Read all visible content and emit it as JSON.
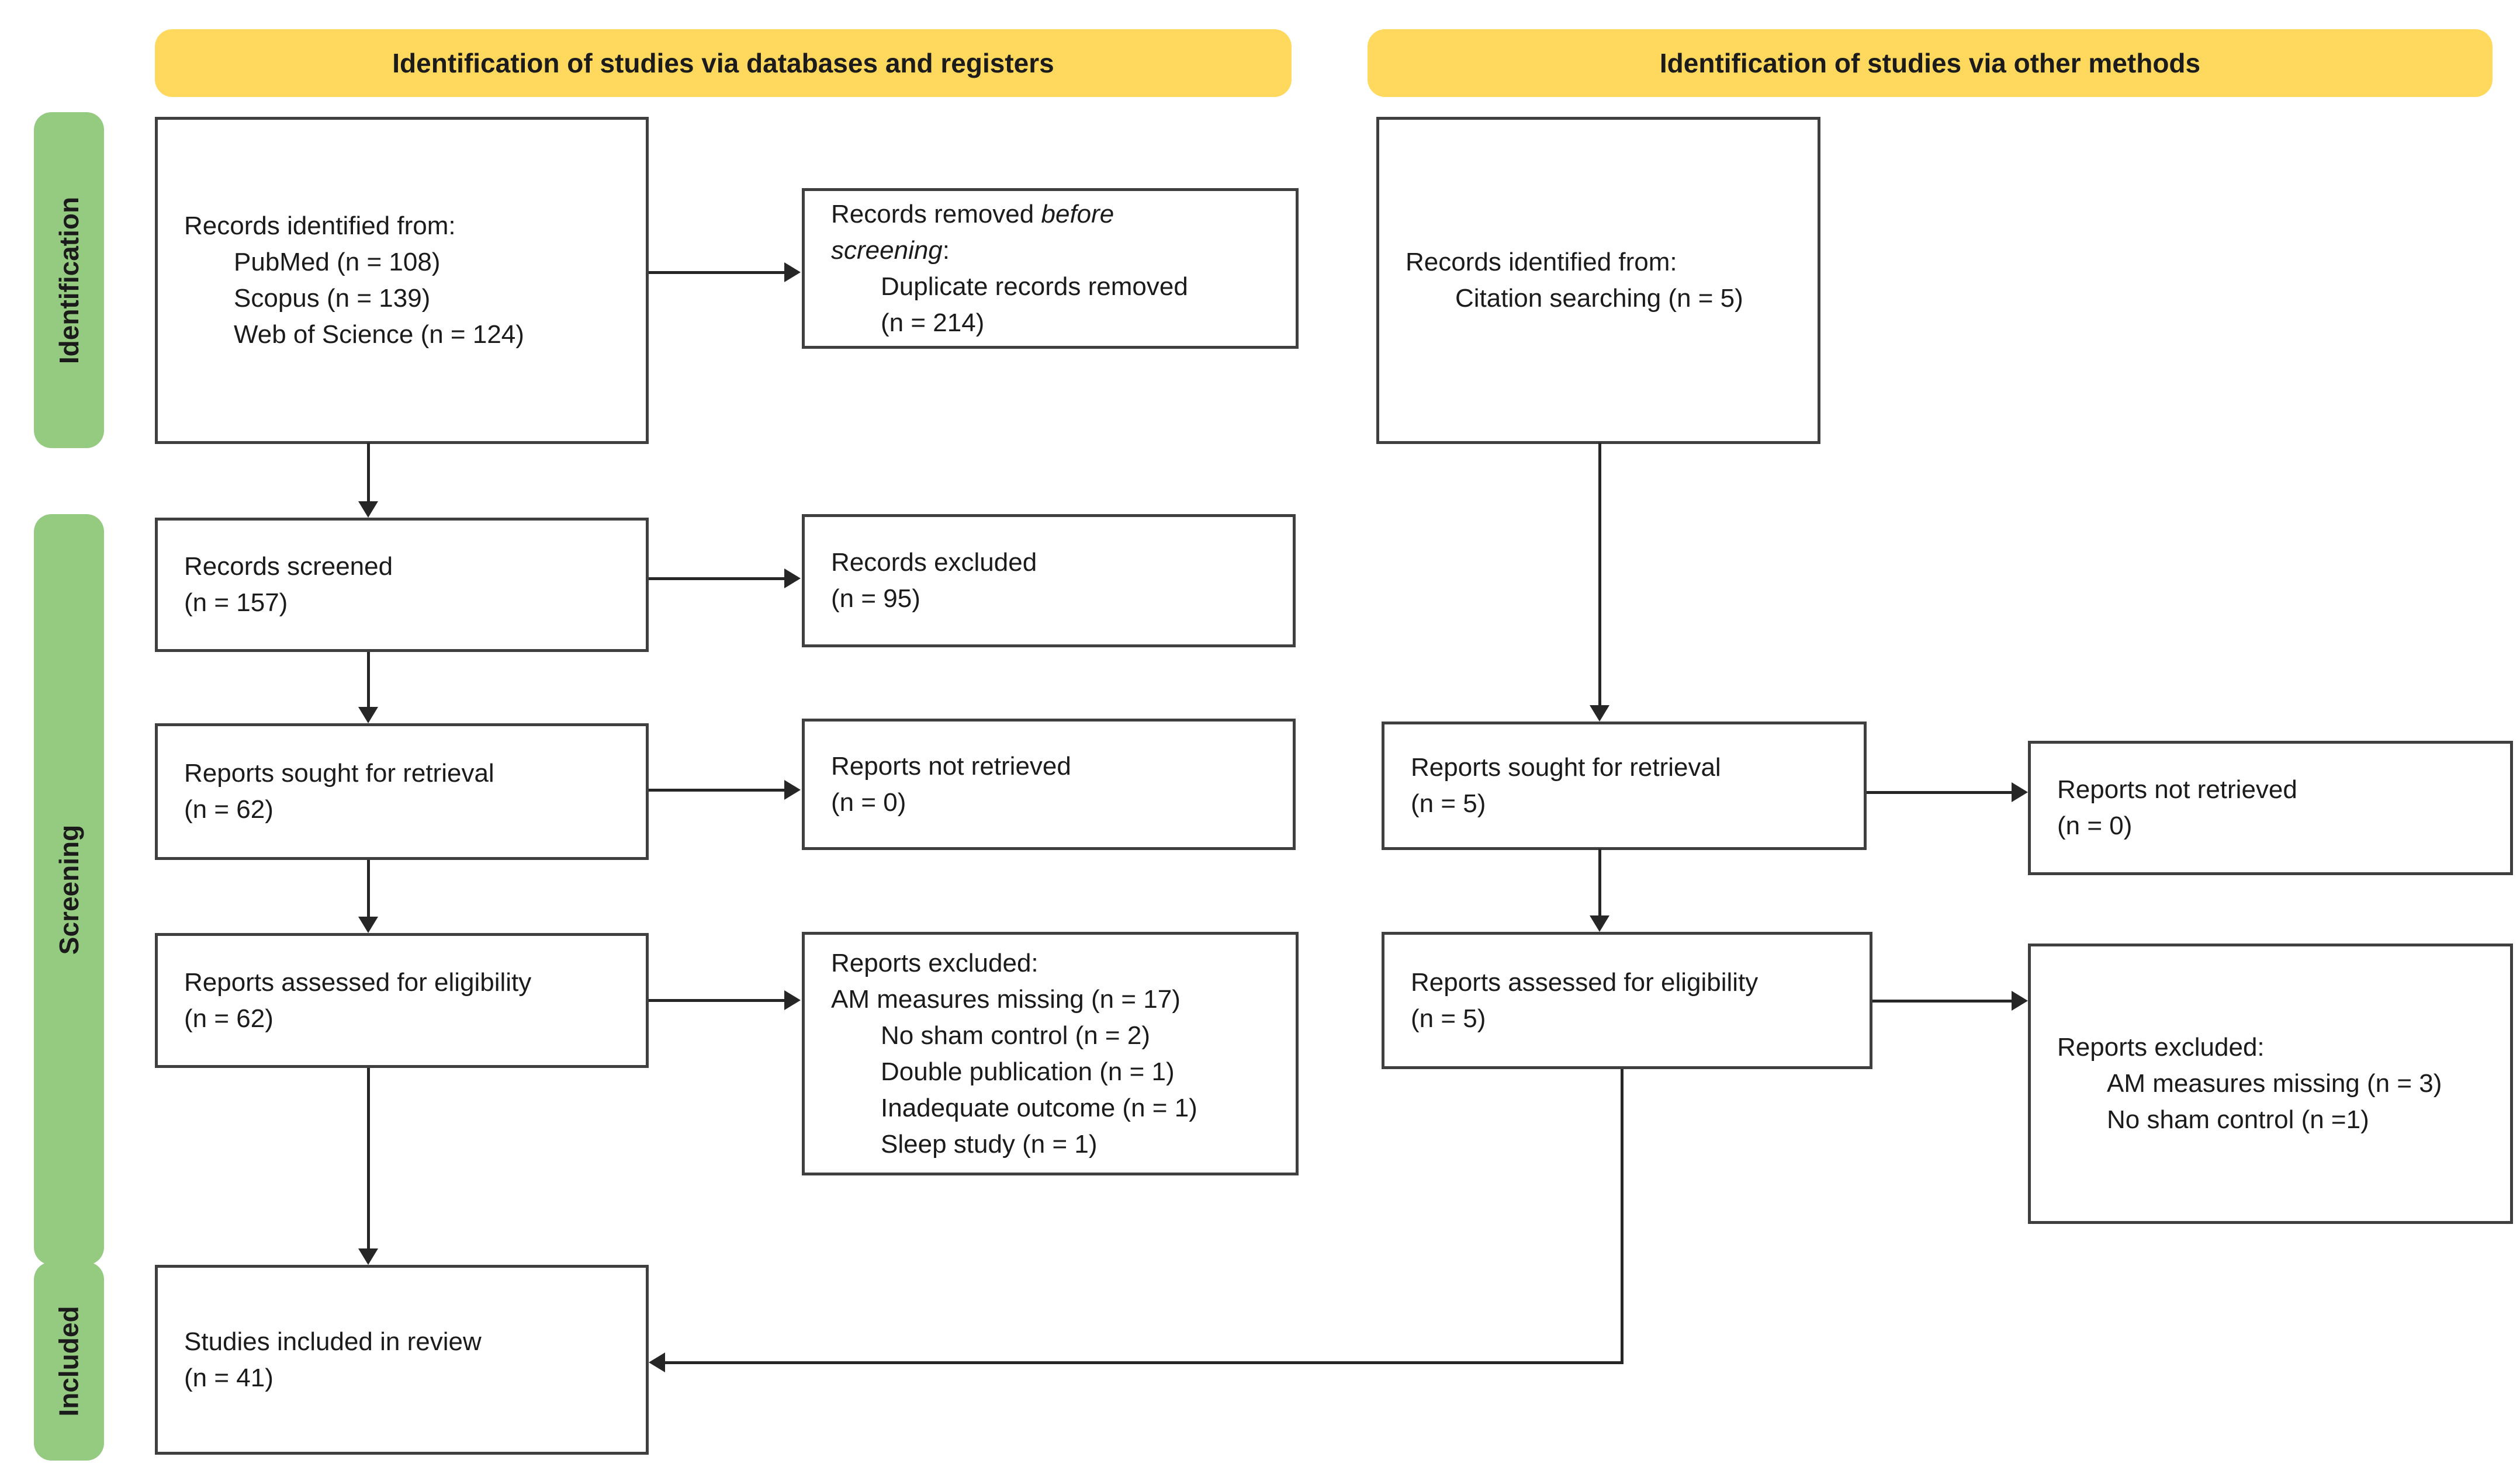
{
  "colors": {
    "banner_bg": "#FFD85E",
    "side_label_bg": "#95CB80",
    "box_border": "#3f3f3f",
    "arrow": "#262626"
  },
  "banners": {
    "left": "Identification of studies via databases and registers",
    "right": "Identification of studies via other methods"
  },
  "side_labels": {
    "identification": "Identification",
    "screening": "Screening",
    "included": "Included"
  },
  "boxes": {
    "db_identified": {
      "lines": [
        "Records identified from:",
        "PubMed (n = 108)",
        "Scopus (n = 139)",
        "Web of Science (n = 124)"
      ]
    },
    "records_removed": {
      "l1_normal": "Records removed",
      "l1_italic": "before",
      "l2_italic": "screening",
      "l2_normal": ":",
      "l3": "Duplicate records removed",
      "l4": "(n = 214)"
    },
    "other_identified": {
      "lines": [
        "Records identified from:",
        "Citation searching (n = 5)"
      ]
    },
    "records_screened": {
      "lines": [
        "Records screened",
        "(n = 157)"
      ]
    },
    "records_excluded": {
      "lines": [
        "Records excluded",
        "(n = 95)"
      ]
    },
    "reports_sought_db": {
      "lines": [
        "Reports sought for retrieval",
        "(n = 62)"
      ]
    },
    "reports_not_retrieved_db": {
      "lines": [
        "Reports not retrieved",
        "(n = 0)"
      ]
    },
    "reports_sought_other": {
      "lines": [
        "Reports sought for retrieval",
        "(n = 5)"
      ]
    },
    "reports_not_retrieved_other": {
      "lines": [
        "Reports not retrieved",
        "(n = 0)"
      ]
    },
    "reports_assessed_db": {
      "lines": [
        "Reports assessed for eligibility",
        "(n = 62)"
      ]
    },
    "reports_excluded_db": {
      "title": "Reports excluded:",
      "reason_flush": "AM measures missing (n = 17)",
      "reasons": [
        "No sham control (n = 2)",
        "Double publication (n = 1)",
        "Inadequate outcome (n = 1)",
        "Sleep study (n = 1)"
      ]
    },
    "reports_assessed_other": {
      "lines": [
        "Reports assessed for eligibility",
        "(n = 5)"
      ]
    },
    "reports_excluded_other": {
      "title": "Reports excluded:",
      "reasons": [
        "AM measures missing (n = 3)",
        "No sham control (n =1)"
      ]
    },
    "included_studies": {
      "lines": [
        "Studies included in review",
        "(n = 41)"
      ]
    }
  }
}
